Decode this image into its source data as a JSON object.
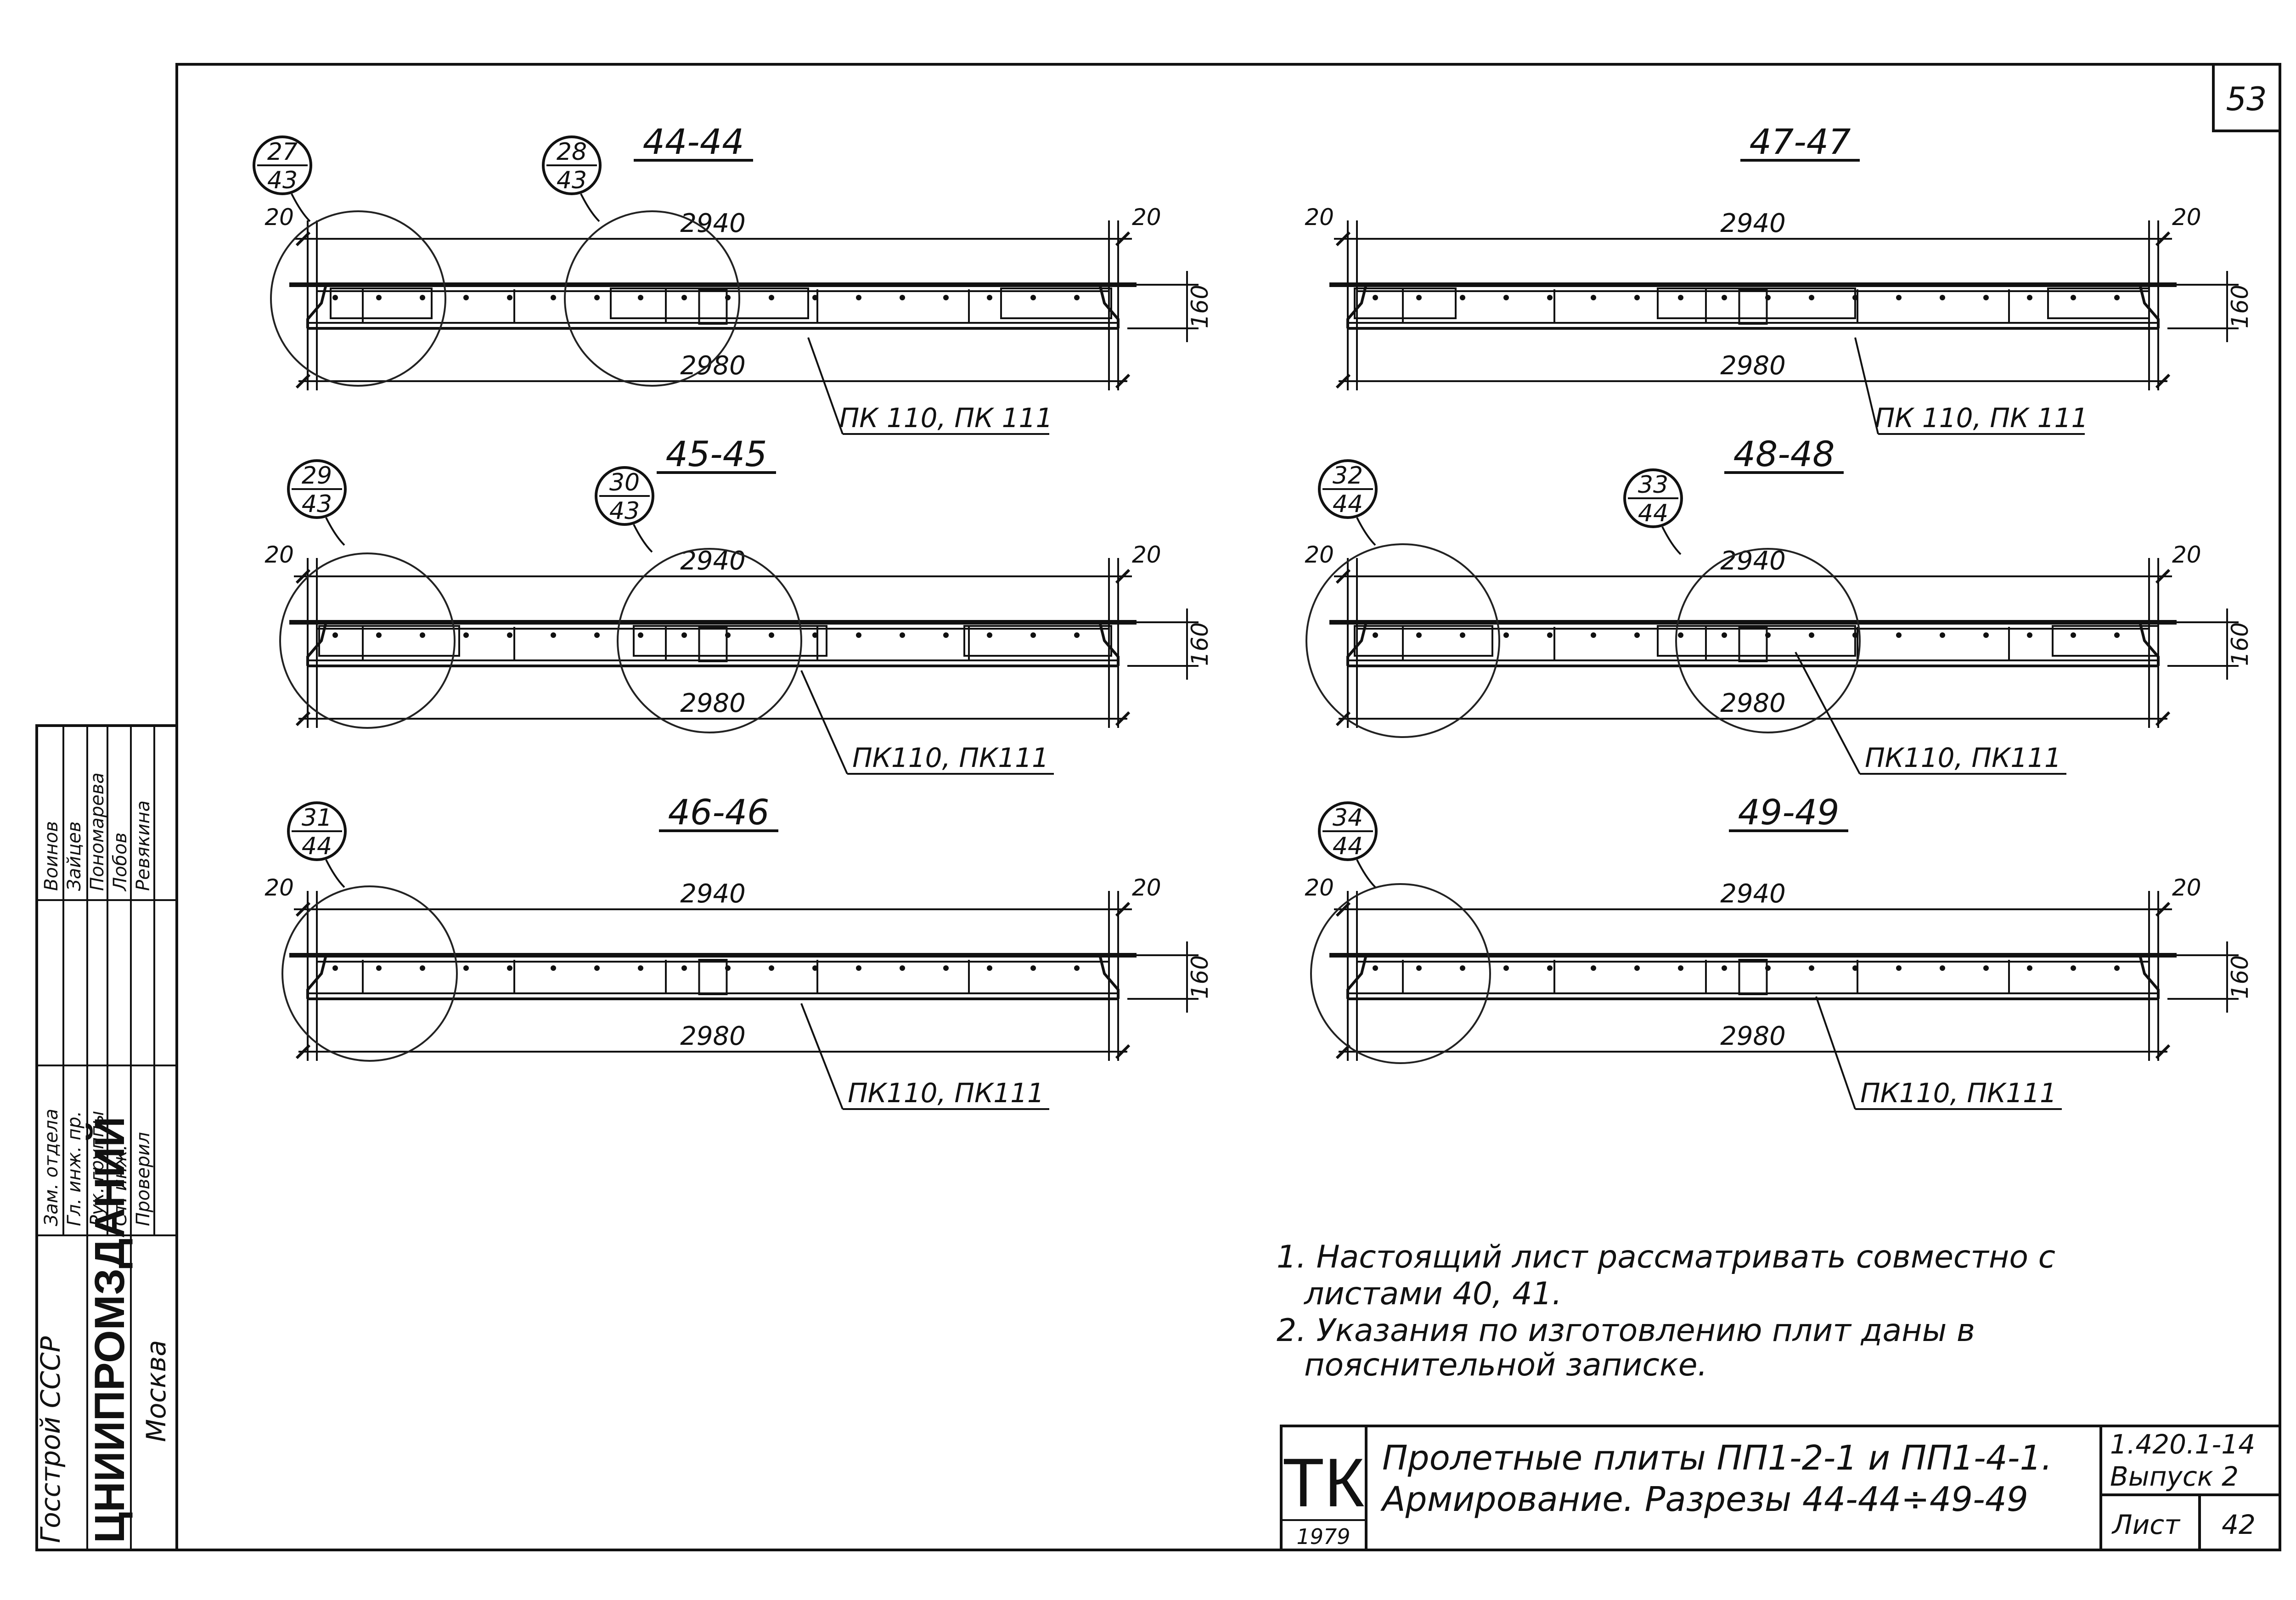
{
  "page_number": "53",
  "sections": [
    {
      "title": "44-44",
      "callouts": [
        {
          "top": "27",
          "bottom": "43"
        },
        {
          "top": "28",
          "bottom": "43"
        }
      ],
      "dim_inner": "2940",
      "dim_outer": "2980",
      "dim_left": "20",
      "dim_right": "20",
      "height": "160",
      "label": "ПК 110, ПК 111"
    },
    {
      "title": "47-47",
      "callouts": [],
      "dim_inner": "2940",
      "dim_outer": "2980",
      "dim_left": "20",
      "dim_right": "20",
      "height": "160",
      "label": "ПК 110, ПК 111"
    },
    {
      "title": "45-45",
      "callouts": [
        {
          "top": "29",
          "bottom": "43"
        },
        {
          "top": "30",
          "bottom": "43"
        }
      ],
      "dim_inner": "2940",
      "dim_outer": "2980",
      "dim_left": "20",
      "dim_right": "20",
      "height": "160",
      "label": "ПК110, ПК111"
    },
    {
      "title": "48-48",
      "callouts": [
        {
          "top": "32",
          "bottom": "44"
        },
        {
          "top": "33",
          "bottom": "44"
        }
      ],
      "dim_inner": "2940",
      "dim_outer": "2980",
      "dim_left": "20",
      "dim_right": "20",
      "height": "160",
      "label": "ПК110, ПК111"
    },
    {
      "title": "46-46",
      "callouts": [
        {
          "top": "31",
          "bottom": "44"
        }
      ],
      "dim_inner": "2940",
      "dim_outer": "2980",
      "dim_left": "20",
      "dim_right": "20",
      "height": "160",
      "label": "ПК110, ПК111"
    },
    {
      "title": "49-49",
      "callouts": [
        {
          "top": "34",
          "bottom": "44"
        }
      ],
      "dim_inner": "2940",
      "dim_outer": "2980",
      "dim_left": "20",
      "dim_right": "20",
      "height": "160",
      "label": "ПК110, ПК111"
    }
  ],
  "notes": {
    "line1": "1. Настоящий лист рассматривать совместно с",
    "line2": "листами 40, 41.",
    "line3": "2. Указания по изготовлению плит даны в",
    "line4": "пояснительной записке."
  },
  "title_block": {
    "logo": "ТК",
    "year": "1979",
    "title1": "Пролетные плиты ПП1-2-1 и ПП1-4-1.",
    "title2": "Армирование. Разрезы 44-44÷49-49",
    "doc_code": "1.420.1-14",
    "issue": "Выпуск 2",
    "sheet_label": "Лист",
    "sheet_number": "42"
  },
  "side_stamp": {
    "org1": "Госстрой СССР",
    "org2": "ЦНИИПРОМЗДАНИЙ",
    "city": "Москва",
    "roles": [
      "Зам. отдела",
      "Гл. инж. пр.",
      "Рук. группы",
      "Ст. инж.",
      "Проверил"
    ],
    "names": [
      "Воинов",
      "Зайцев",
      "Пономарева",
      "Лобов",
      "Ревякина"
    ]
  }
}
